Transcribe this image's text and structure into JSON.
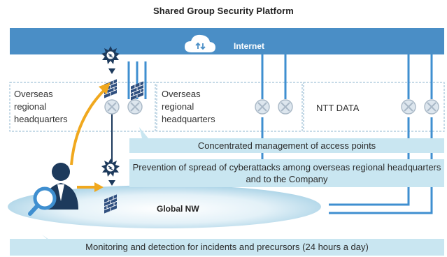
{
  "title": "Shared Group Security Platform",
  "internet": {
    "label": "Internet"
  },
  "regions": [
    {
      "label": "Overseas regional headquarters",
      "lines": [
        "Overseas",
        "regional",
        "headquarters"
      ]
    },
    {
      "label": "Overseas regional headquarters",
      "lines": [
        "Overseas",
        "regional",
        "headquarters"
      ]
    },
    {
      "label": "NTT DATA",
      "lines": [
        "NTT DATA"
      ]
    }
  ],
  "callouts": {
    "access_points": "Concentrated management of access points",
    "prevention": "Prevention of spread of cyberattacks among overseas regional headquarters and to the Company",
    "monitoring": "Monitoring and detection for incidents and precursors (24 hours a day)"
  },
  "network": {
    "label": "Global NW"
  },
  "colors": {
    "network_band": "#4a8ec6",
    "line_blue": "#3f8fd0",
    "callout_bg": "#c9e6f1",
    "arrow_orange": "#f0a81e",
    "dark_navy": "#1d3a5c",
    "firewall": "#2f4f7f"
  },
  "icons": [
    "cloud-upload-download-icon",
    "attack-burst-icon",
    "firewall-icon",
    "router-icon",
    "analyst-icon"
  ]
}
